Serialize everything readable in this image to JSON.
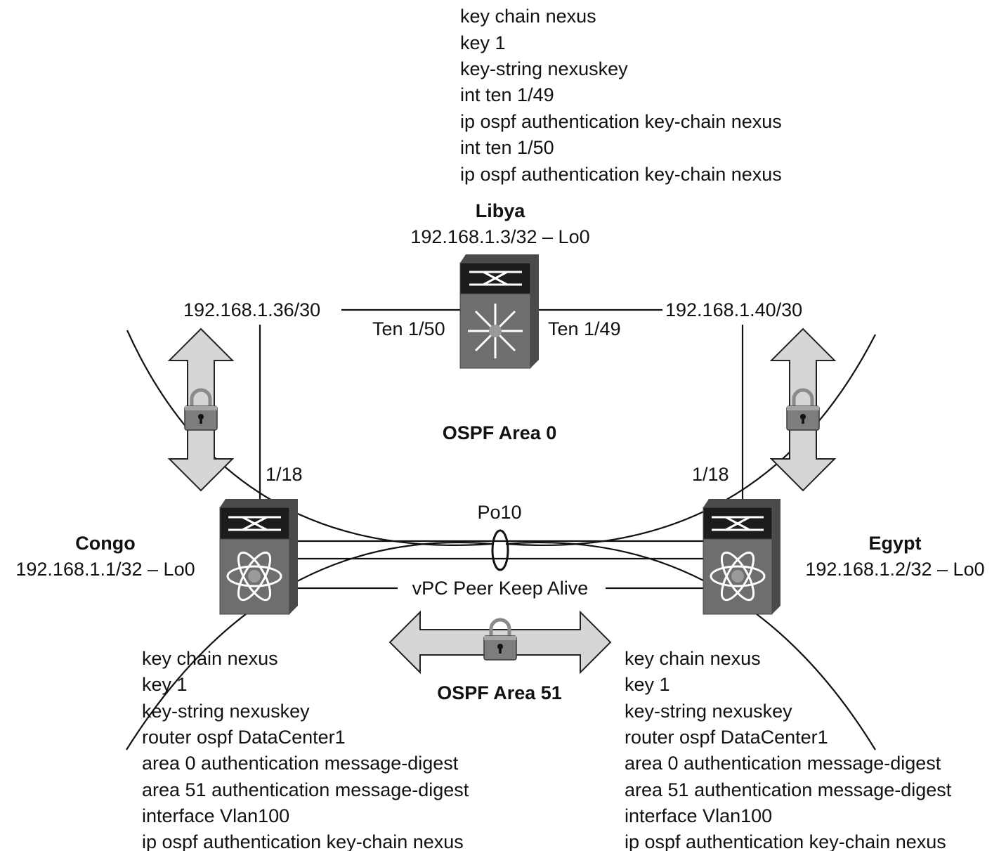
{
  "libya_config": [
    "key chain nexus",
    "key 1",
    "key-string nexuskey",
    "int ten 1/49",
    "ip ospf authentication key-chain nexus",
    "int ten 1/50",
    "ip ospf authentication key-chain nexus"
  ],
  "congo_config": [
    "key chain nexus",
    "key 1",
    "key-string nexuskey",
    "router ospf DataCenter1",
    "area 0 authentication message-digest",
    "area 51 authentication message-digest",
    "interface Vlan100",
    "ip ospf authentication key-chain nexus"
  ],
  "egypt_config": [
    "key chain nexus",
    "key 1",
    "key-string nexuskey",
    "router ospf DataCenter1",
    "area 0 authentication message-digest",
    "area 51 authentication message-digest",
    "interface Vlan100",
    "ip ospf authentication key-chain nexus"
  ],
  "libya": {
    "name": "Libya",
    "addr": "192.168.1.3/32 – Lo0"
  },
  "congo": {
    "name": "Congo",
    "addr": "192.168.1.1/32 – Lo0"
  },
  "egypt": {
    "name": "Egypt",
    "addr": "192.168.1.2/32 – Lo0"
  },
  "links": {
    "left_net": "192.168.1.36/30",
    "right_net": "192.168.1.40/30",
    "libya_left_port": "Ten 1/50",
    "libya_right_port": "Ten 1/49",
    "congo_port": "1/18",
    "egypt_port": "1/18",
    "port_channel": "Po10",
    "keepalive": "vPC Peer Keep Alive"
  },
  "areas": {
    "area0": "OSPF Area 0",
    "area51": "OSPF Area 51"
  },
  "colors": {
    "switch_dark": "#1c1c1c",
    "switch_body": "#6e6e6e",
    "arrow_fill": "#d6d6d6",
    "lock": "#8a8a8a"
  },
  "icons": [
    "nexus-switch-icon",
    "padlock-icon",
    "double-arrow-icon"
  ]
}
